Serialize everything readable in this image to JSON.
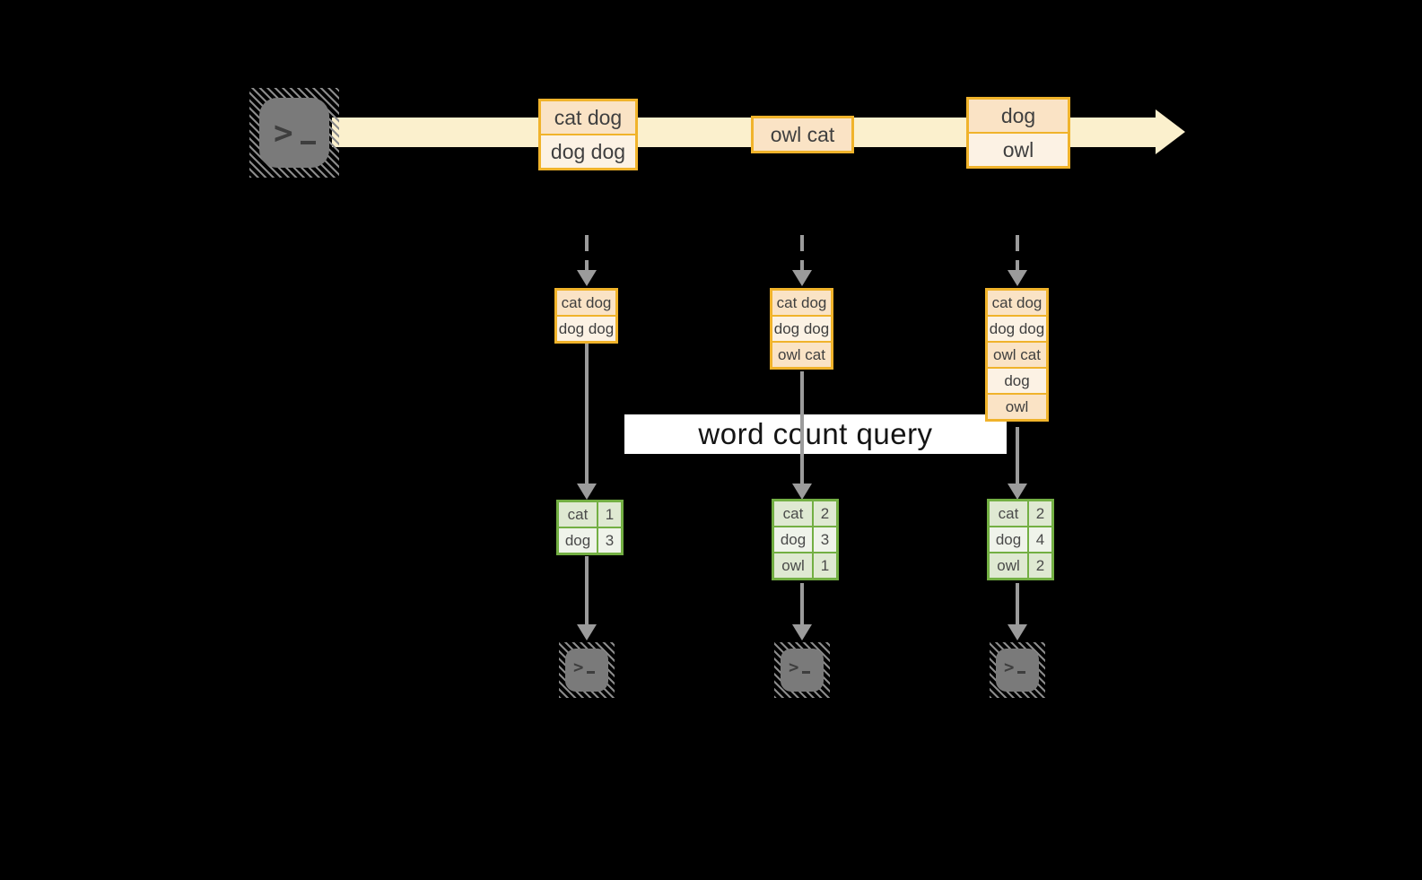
{
  "banner": {
    "label": "word count query"
  },
  "stream": {
    "source_icon": "terminal-icon",
    "events": [
      {
        "rows": [
          "cat dog",
          "dog dog"
        ]
      },
      {
        "rows": [
          "owl cat"
        ]
      },
      {
        "rows": [
          "dog",
          "owl"
        ]
      }
    ]
  },
  "columns": [
    {
      "stack": {
        "rows": [
          "cat dog",
          "dog dog"
        ]
      },
      "counts": {
        "rows": [
          {
            "word": "cat",
            "count": "1"
          },
          {
            "word": "dog",
            "count": "3"
          }
        ]
      },
      "sink_icon": "terminal-icon"
    },
    {
      "stack": {
        "rows": [
          "cat dog",
          "dog dog",
          "owl cat"
        ]
      },
      "counts": {
        "rows": [
          {
            "word": "cat",
            "count": "2"
          },
          {
            "word": "dog",
            "count": "3"
          },
          {
            "word": "owl",
            "count": "1"
          }
        ]
      },
      "sink_icon": "terminal-icon"
    },
    {
      "stack": {
        "rows": [
          "cat dog",
          "dog dog",
          "owl cat",
          "dog",
          "owl"
        ]
      },
      "counts": {
        "rows": [
          {
            "word": "cat",
            "count": "2"
          },
          {
            "word": "dog",
            "count": "4"
          },
          {
            "word": "owl",
            "count": "2"
          }
        ]
      },
      "sink_icon": "terminal-icon"
    }
  ],
  "colors": {
    "background": "#000000",
    "stream_band": "#FBF0CD",
    "event_border": "#F0B32B",
    "event_row_dark": "#FAE3C5",
    "event_row_light": "#FCF2E4",
    "table_border": "#73AF43",
    "table_row_dark": "#DFE9D2",
    "table_row_light": "#EFF3EA",
    "arrow_gray": "#9B9B9B",
    "banner_bg": "#FFFFFF",
    "banner_text": "#141414",
    "terminal_gray": "#7A7A7A"
  }
}
